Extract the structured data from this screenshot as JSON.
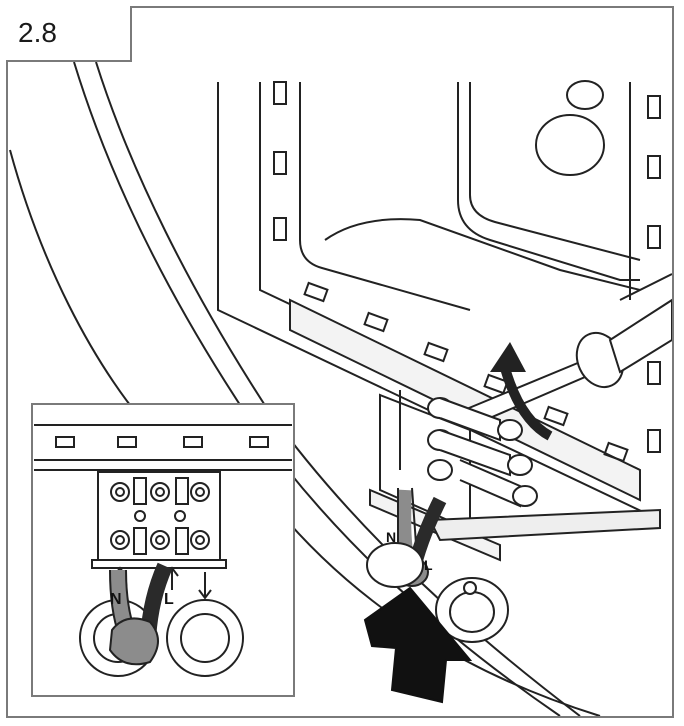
{
  "step": {
    "label": "2.8"
  },
  "main_view": {
    "neutral_label": "N",
    "live_label": "L"
  },
  "inset_view": {
    "neutral_label": "N",
    "live_label": "L"
  }
}
